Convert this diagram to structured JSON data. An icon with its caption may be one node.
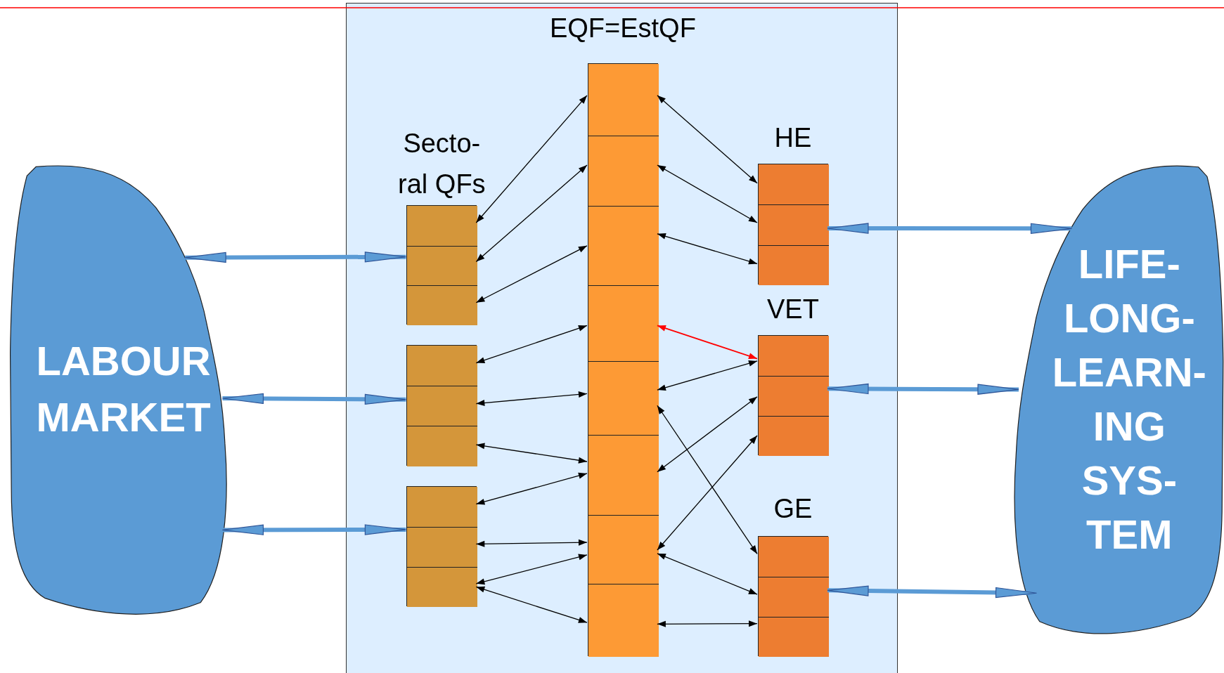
{
  "diagram": {
    "nodes": [
      {
        "text": [
          "LABOUR MARKET"
        ]
      },
      {
        "text": [],
        "shape": "box"
      },
      {
        "text": [
          "EQF=EstQF"
        ],
        "in": 1
      },
      {
        "text": [],
        "shape": "box",
        "in": 2
      },
      {
        "text": [],
        "shape": "box",
        "in": 2
      },
      {
        "text": [],
        "shape": "box",
        "in": 2
      },
      {
        "text": [],
        "shape": "box",
        "in": 2
      },
      {
        "text": [],
        "shape": "box",
        "in": 2
      },
      {
        "text": [],
        "shape": "box",
        "in": 2
      },
      {
        "text": [],
        "shape": "box",
        "in": 2
      },
      {
        "text": [],
        "shape": "box",
        "in": 2
      },
      {
        "text": [
          "Secto- ral QFs"
        ],
        "in": 1
      },
      {
        "text": [],
        "shape": "box",
        "in": 11
      },
      {
        "text": [],
        "shape": "box",
        "in": 11
      },
      {
        "text": [],
        "shape": "box",
        "in": 11
      },
      {
        "text": [],
        "shape": "box",
        "in": 1
      },
      {
        "text": [],
        "shape": "box",
        "in": 15
      },
      {
        "text": [],
        "shape": "box",
        "in": 15
      },
      {
        "text": [],
        "shape": "box",
        "in": 15
      },
      {
        "text": [],
        "shape": "box",
        "in": 1
      },
      {
        "text": [],
        "shape": "box",
        "in": 19
      },
      {
        "text": [],
        "shape": "box",
        "in": 19
      },
      {
        "text": [],
        "shape": "box",
        "in": 19
      },
      {
        "text": [
          "HE"
        ],
        "in": 1
      },
      {
        "text": [],
        "shape": "box",
        "in": 23
      },
      {
        "text": [],
        "shape": "box",
        "in": 23
      },
      {
        "text": [],
        "shape": "box",
        "in": 23
      },
      {
        "text": [
          "VET"
        ],
        "in": 1
      },
      {
        "text": [],
        "shape": "box",
        "in": 27
      },
      {
        "text": [],
        "shape": "box",
        "in": 27
      },
      {
        "text": [],
        "shape": "box",
        "in": 27
      },
      {
        "text": [
          "GE"
        ],
        "in": 1
      },
      {
        "text": [],
        "shape": "box",
        "in": 31
      },
      {
        "text": [],
        "shape": "box",
        "in": 31
      },
      {
        "text": [],
        "shape": "box",
        "in": 31
      },
      {
        "text": [
          "LIFE- LONG- LEARN- ING SYS- TEM"
        ]
      }
    ],
    "edges": [
      {
        "from": 3,
        "to": 12,
        "arrow": "both"
      },
      {
        "from": 4,
        "to": 13,
        "arrow": "both"
      },
      {
        "from": 5,
        "to": 14,
        "arrow": "both"
      },
      {
        "from": 6,
        "to": 16,
        "arrow": "both"
      },
      {
        "from": 7,
        "to": 17,
        "arrow": "both"
      },
      {
        "from": 8,
        "to": 18,
        "arrow": "both"
      },
      {
        "from": 8,
        "to": 20,
        "arrow": "both"
      },
      {
        "from": 9,
        "to": 21,
        "arrow": "both"
      },
      {
        "from": 9,
        "to": 22,
        "arrow": "both"
      },
      {
        "from": 10,
        "to": 22,
        "arrow": "both"
      },
      {
        "from": 3,
        "to": 24,
        "arrow": "both"
      },
      {
        "from": 4,
        "to": 25,
        "arrow": "both"
      },
      {
        "from": 5,
        "to": 26,
        "arrow": "both"
      },
      {
        "from": 6,
        "to": 28,
        "arrow": "both",
        "color": "#ff0000"
      },
      {
        "from": 7,
        "to": 28,
        "arrow": "both"
      },
      {
        "from": 8,
        "to": 29,
        "arrow": "both"
      },
      {
        "from": 9,
        "to": 30,
        "arrow": "both"
      },
      {
        "from": 7,
        "to": 32,
        "arrow": "both"
      },
      {
        "from": 9,
        "to": 33,
        "arrow": "both"
      },
      {
        "from": 10,
        "to": 34,
        "arrow": "both"
      },
      {
        "from": 0,
        "to": 11,
        "arrow": "both",
        "style": "thick",
        "color": "#5b9bd5"
      },
      {
        "from": 0,
        "to": 15,
        "arrow": "both",
        "style": "thick",
        "color": "#5b9bd5"
      },
      {
        "from": 0,
        "to": 19,
        "arrow": "both",
        "style": "thick",
        "color": "#5b9bd5"
      },
      {
        "from": 23,
        "to": 35,
        "arrow": "both",
        "style": "thick",
        "color": "#5b9bd5"
      },
      {
        "from": 27,
        "to": 35,
        "arrow": "both",
        "style": "thick",
        "color": "#5b9bd5"
      },
      {
        "from": 31,
        "to": 35,
        "arrow": "both",
        "style": "thick",
        "color": "#5b9bd5"
      }
    ]
  }
}
